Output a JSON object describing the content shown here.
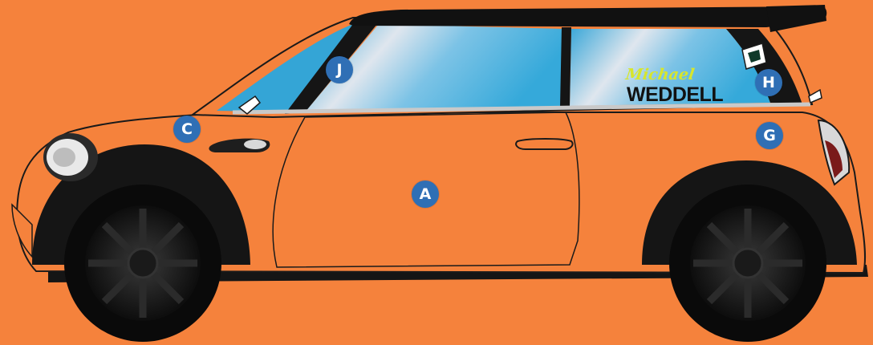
{
  "markers": [
    {
      "id": "A",
      "label": "A"
    },
    {
      "id": "C",
      "label": "C"
    },
    {
      "id": "G",
      "label": "G"
    },
    {
      "id": "H",
      "label": "H"
    },
    {
      "id": "J",
      "label": "J"
    }
  ],
  "decal": {
    "first_name": "Michael",
    "last_name": "WEDDELL"
  },
  "colors": {
    "background": "#f5823c",
    "body": "#f5823c",
    "roof": "#111111",
    "marker": "#2f6fb5",
    "decal_accent": "#d7e62c"
  }
}
